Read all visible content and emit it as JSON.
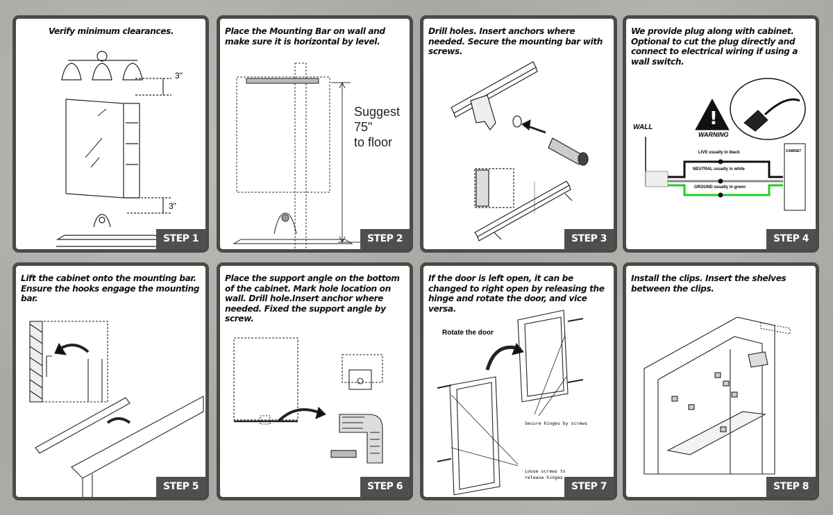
{
  "steps": [
    {
      "caption": "Verify minimum clearances.",
      "label": "STEP 1",
      "dim_top": "3\"",
      "dim_bottom": "3\""
    },
    {
      "caption": "Place the Mounting Bar on wall and make sure it is horizontal by level.",
      "label": "STEP 2",
      "note_line1": "Suggest",
      "note_line2": "75\"",
      "note_line3": "to floor"
    },
    {
      "caption": "Drill holes. Insert anchors where needed. Secure the mounting bar with screws.",
      "label": "STEP 3"
    },
    {
      "caption": "We provide plug along with cabinet. Optional to cut the plug directly and connect to electrical wiring if using a wall switch.",
      "label": "STEP 4",
      "wall": "WALL",
      "warning": "WARNING",
      "live": "LIVE usually in black",
      "neutral": "NEUTRAL usually in white",
      "ground": "GROUND usually in green",
      "cabinet": "CABINET"
    },
    {
      "caption": "Lift the cabinet onto the mounting bar. Ensure the hooks engage the mounting bar.",
      "label": "STEP 5"
    },
    {
      "caption": "Place the support angle on the bottom of the cabinet. Mark hole location on wall. Drill hole.Insert anchor where needed. Fixed the support angle by screw.",
      "label": "STEP 6"
    },
    {
      "caption": "If the door is left open, it can be changed to right open by releasing the hinge and rotate the door, and vice versa.",
      "label": "STEP 7",
      "rotate": "Rotate the door",
      "secure": "Secure hinges by screws",
      "loose1": "Loose screws to",
      "loose2": "release hinges"
    },
    {
      "caption": "Install the clips. Insert the shelves between the clips.",
      "label": "STEP 8"
    }
  ],
  "colors": {
    "frame": "#4a4a4a",
    "step_bg": "#4f4f4f",
    "ground_wire": "#22cc22",
    "warning": "#111111"
  }
}
